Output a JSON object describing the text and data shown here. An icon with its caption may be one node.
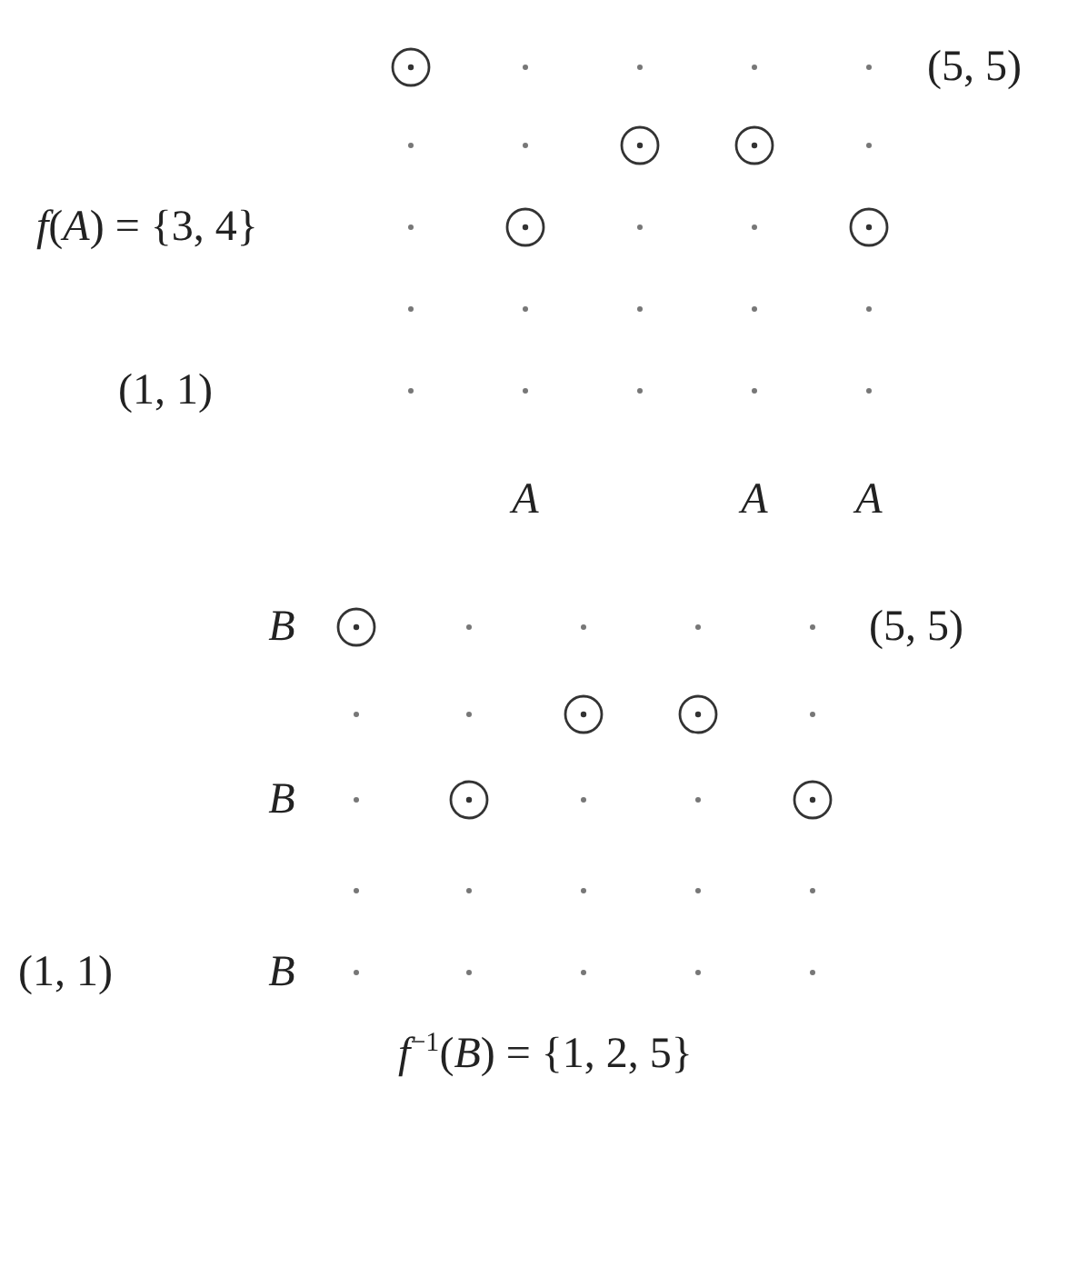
{
  "diagram": {
    "labels": [
      "(5, 5)",
      "*f*(*A*) = {3, 4}",
      "(1, 1)",
      "A",
      "A",
      "A",
      "B",
      "(5, 5)",
      "B",
      "(1, 1)",
      "B",
      "*f*$^{−1}$(*B*) = {1, 2, 5}"
    ]
  }
}
